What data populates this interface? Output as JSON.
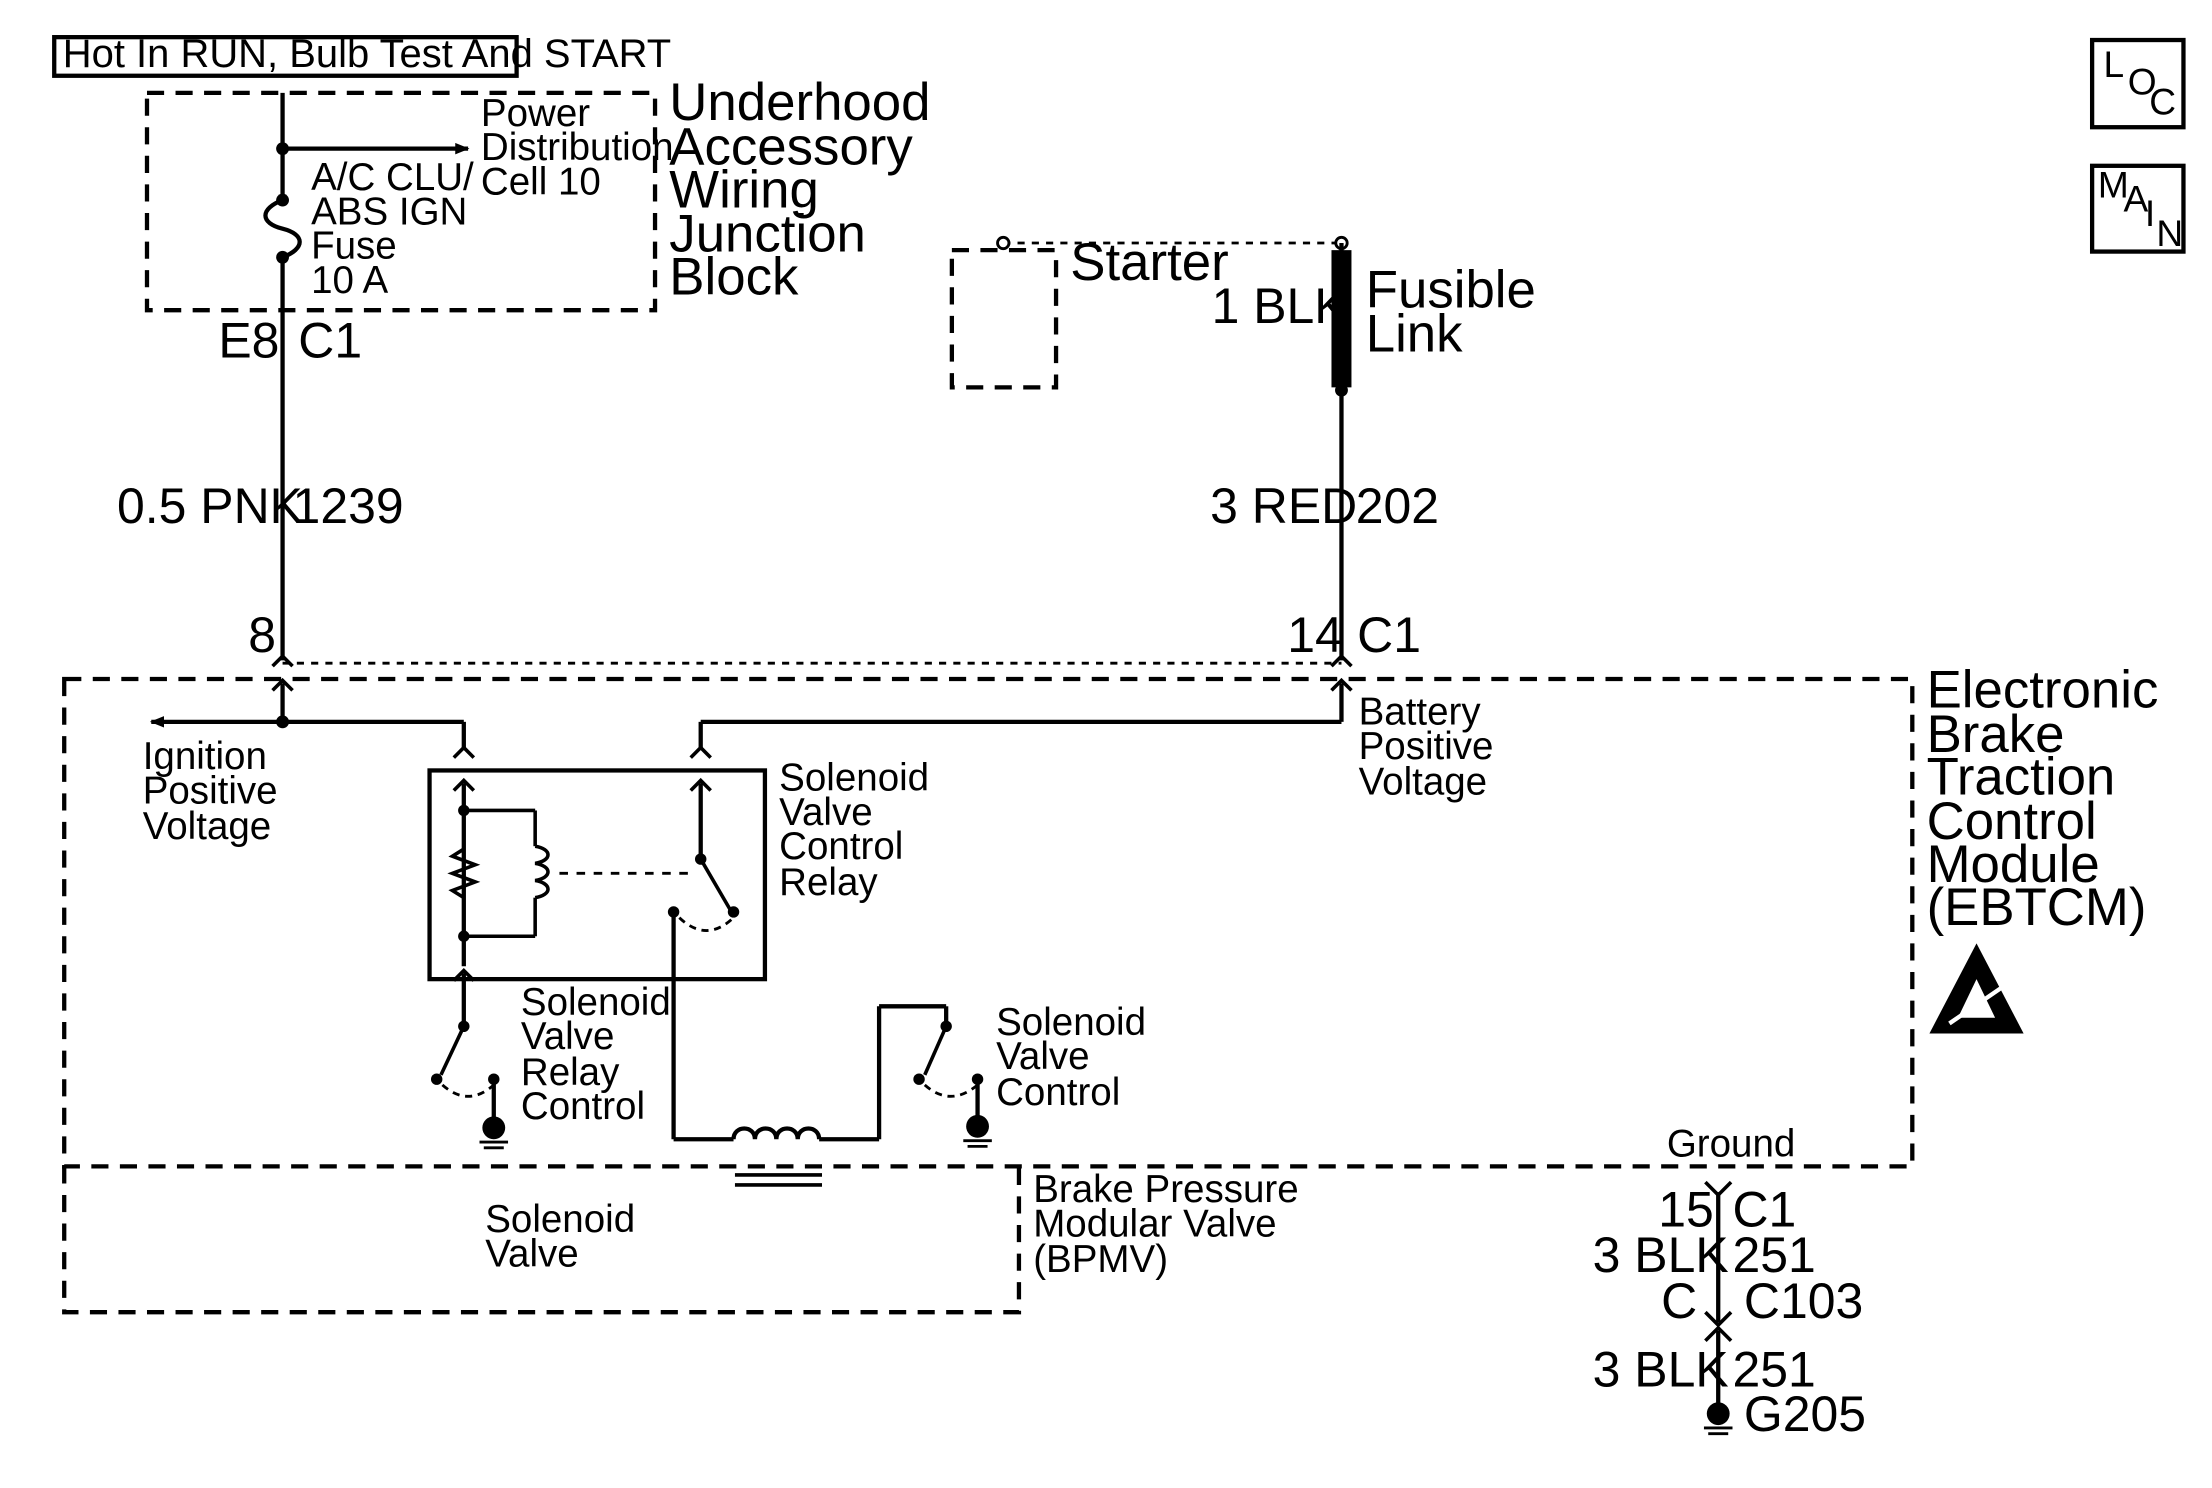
{
  "header": {
    "power_note": "Hot In RUN, Bulb Test And START"
  },
  "nav_buttons": {
    "loc": [
      "L",
      "O",
      "C"
    ],
    "main": [
      "M",
      "A",
      "I",
      "N"
    ]
  },
  "underhood_block": {
    "title_lines": [
      "Underhood",
      "Accessory",
      "Wiring",
      "Junction",
      "Block"
    ],
    "power_distribution": [
      "Power",
      "Distribution",
      "Cell 10"
    ],
    "fuse": [
      "A/C CLU/",
      "ABS IGN",
      "Fuse",
      "10 A"
    ],
    "terminal": "E8",
    "connector": "C1"
  },
  "starter": {
    "label": "Starter"
  },
  "fusible_link": {
    "label_lines": [
      "Fusible",
      "Link"
    ],
    "wire": "1 BLK"
  },
  "wires": {
    "ignition_wire": {
      "size_color": "0.5 PNK",
      "circuit": "1239",
      "pin": "8"
    },
    "battery_wire": {
      "size_color": "3 RED",
      "circuit": "202",
      "pin": "14",
      "connector": "C1"
    }
  },
  "ebtcm": {
    "title_lines": [
      "Electronic",
      "Brake",
      "Traction",
      "Control",
      "Module",
      "(EBTCM)"
    ],
    "ignition_voltage": [
      "Ignition",
      "Positive",
      "Voltage"
    ],
    "battery_voltage": [
      "Battery",
      "Positive",
      "Voltage"
    ],
    "relay": [
      "Solenoid",
      "Valve",
      "Control",
      "Relay"
    ],
    "relay_control": [
      "Solenoid",
      "Valve",
      "Relay",
      "Control"
    ],
    "valve_control": [
      "Solenoid",
      "Valve",
      "Control"
    ],
    "ground_label": "Ground",
    "esd_icon": "esd-warning-icon"
  },
  "bpmv": {
    "title_lines": [
      "Brake Pressure",
      "Modular Valve",
      "(BPMV)"
    ],
    "solenoid": [
      "Solenoid",
      "Valve"
    ]
  },
  "ground_circuit": {
    "pin": "15",
    "connector": "C1",
    "wire1_color": "3 BLK",
    "wire1_circuit": "251",
    "inline_pin": "C",
    "inline_connector": "C103",
    "wire2_color": "3 BLK",
    "wire2_circuit": "251",
    "ground_point": "G205"
  }
}
